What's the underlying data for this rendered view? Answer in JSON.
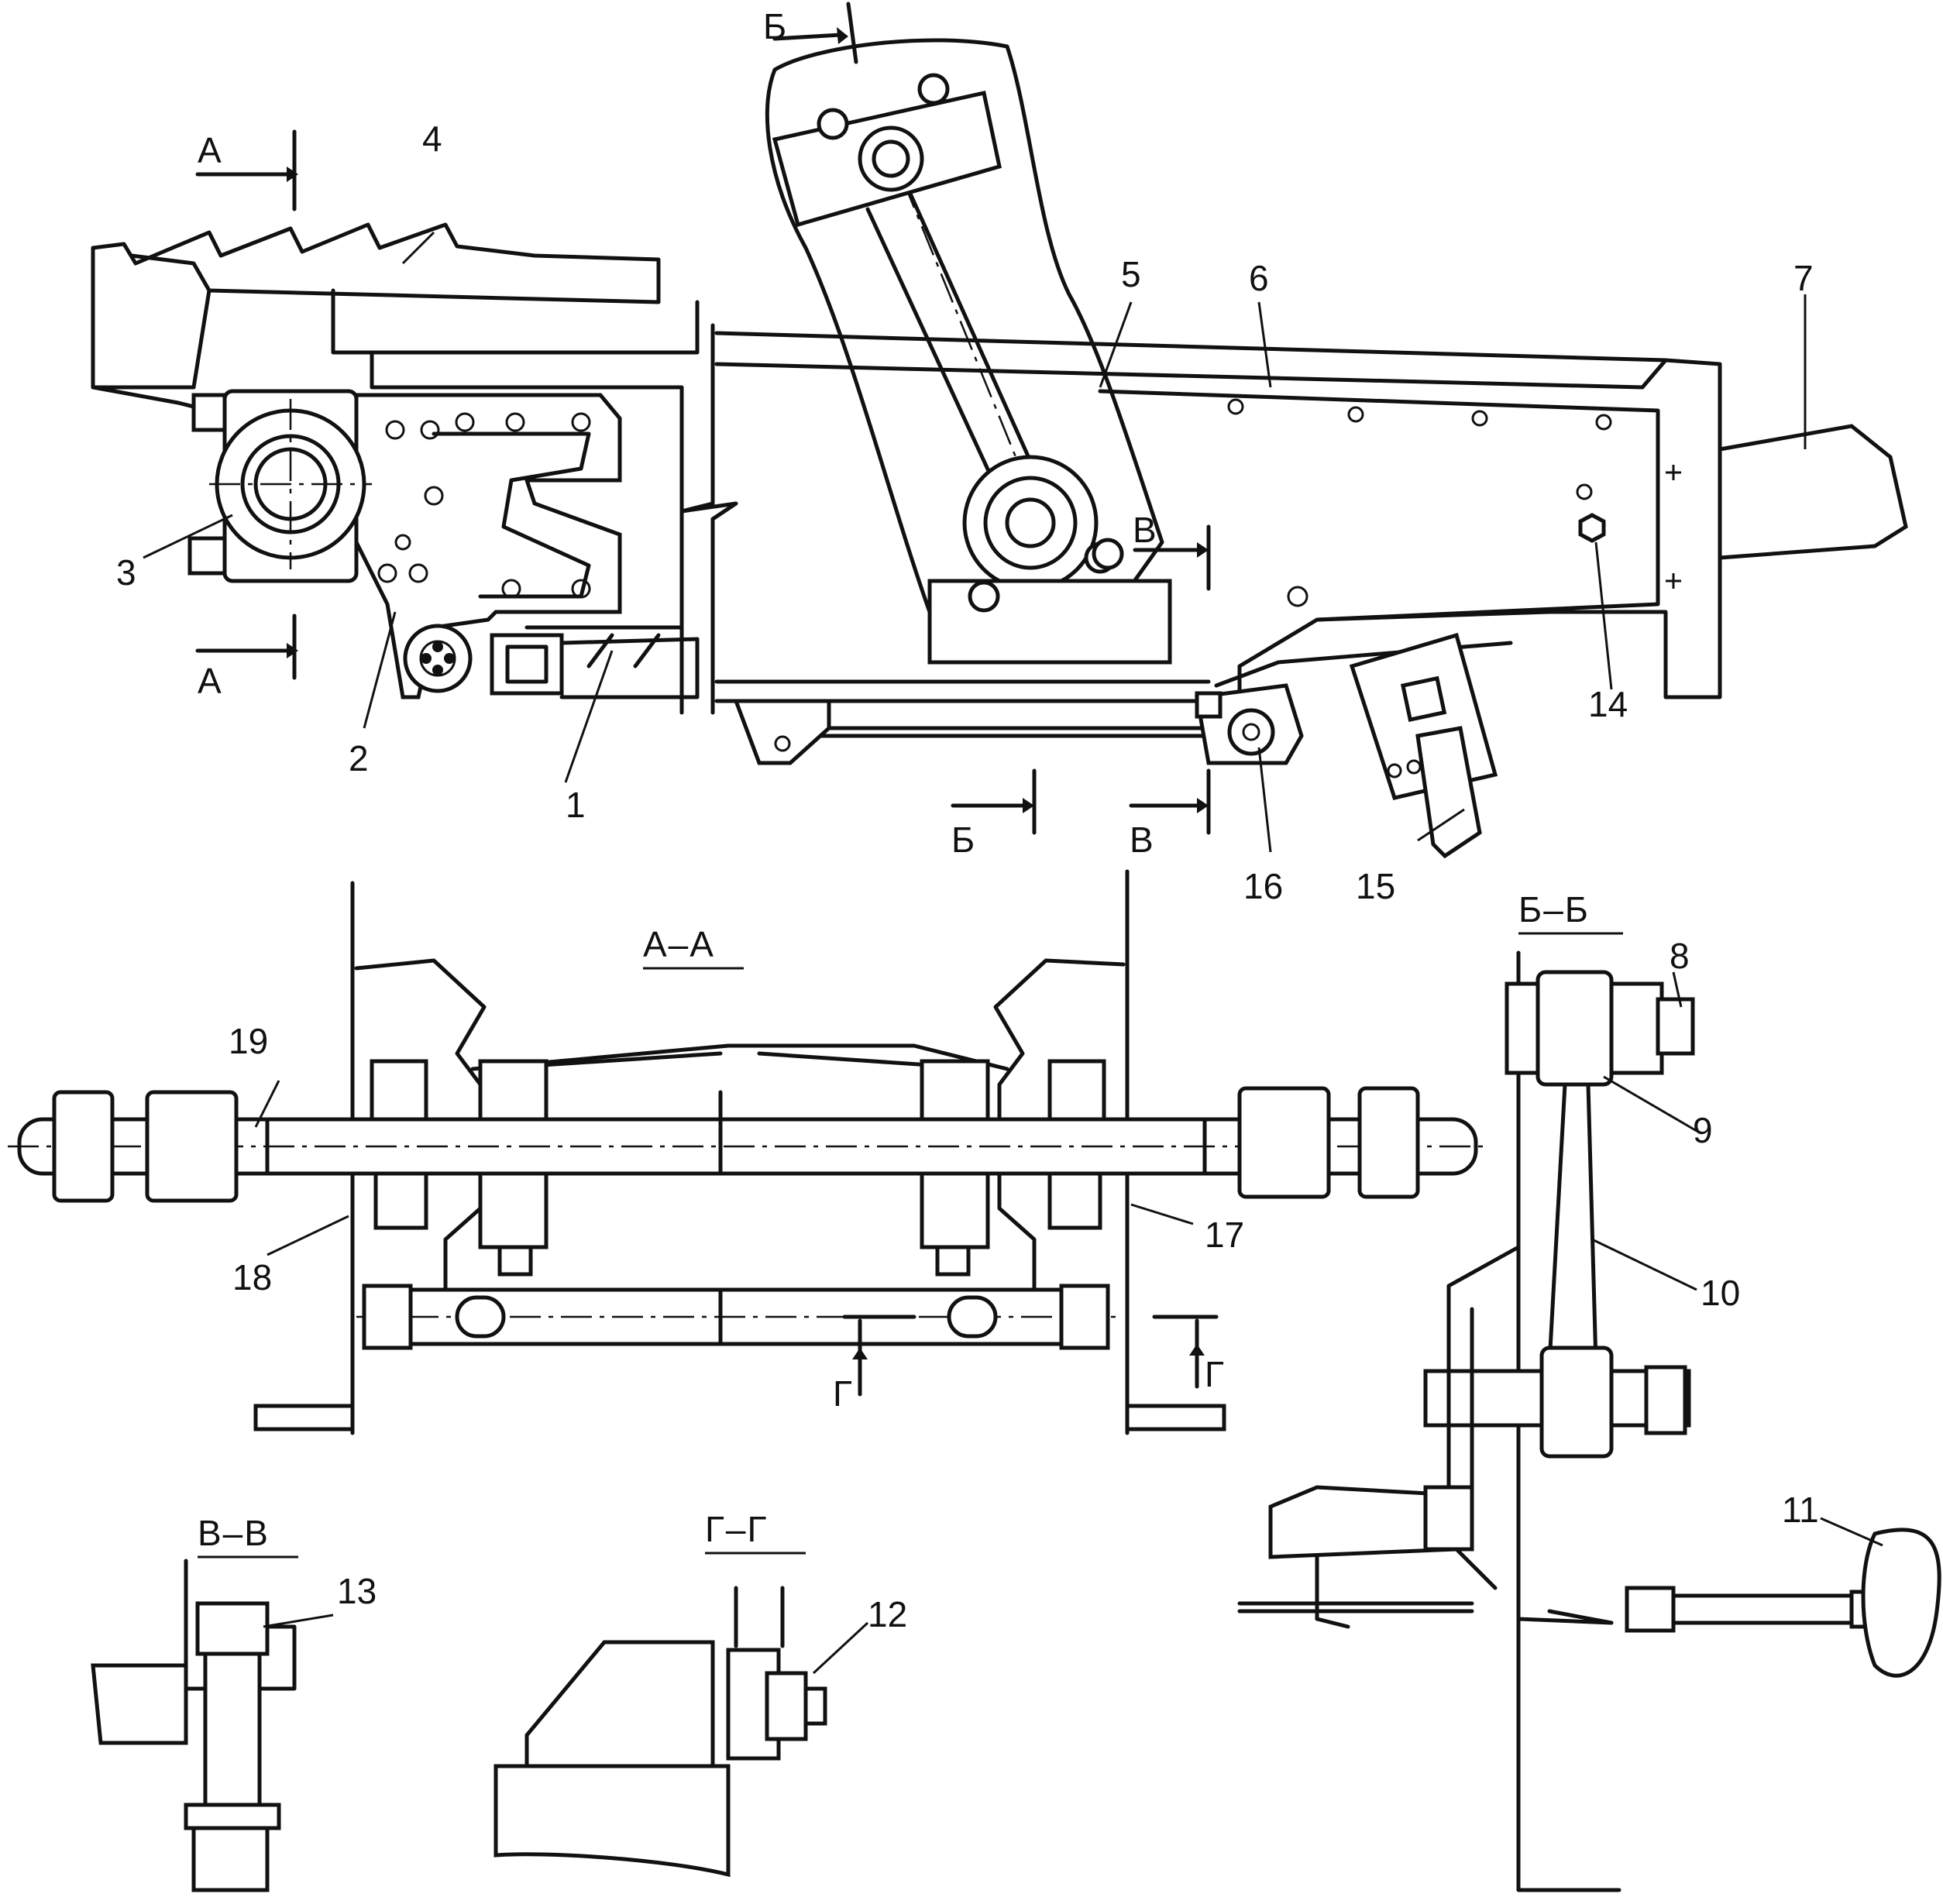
{
  "part_labels": {
    "p1": "1",
    "p2": "2",
    "p3": "3",
    "p4": "4",
    "p5": "5",
    "p6": "6",
    "p7": "7",
    "p8": "8",
    "p9": "9",
    "p10": "10",
    "p11": "11",
    "p12": "12",
    "p13": "13",
    "p14": "14",
    "p15": "15",
    "p16": "16",
    "p17": "17",
    "p18": "18",
    "p19": "19"
  },
  "section_marks": {
    "a": "А",
    "b": "Б",
    "v": "В",
    "g": "Г"
  },
  "section_titles": {
    "aa": "А–А",
    "bb": "Б–Б",
    "vv": "В–В",
    "gg": "Г–Г"
  }
}
